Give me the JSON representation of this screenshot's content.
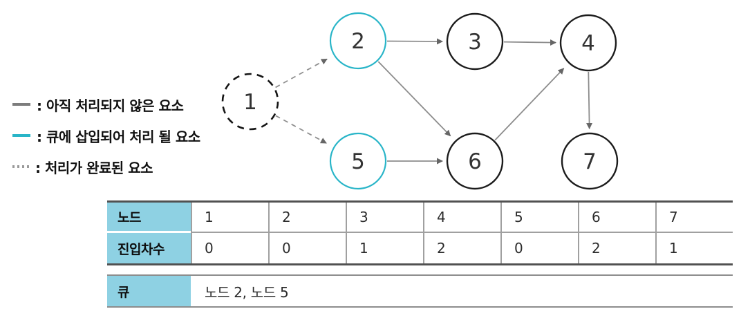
{
  "colors": {
    "accent-cyan": "#29b5c8",
    "header-blue": "#8ed1e3",
    "edge-gray": "#8c8c8c",
    "node-black": "#1c1c1c",
    "border-dark": "#515151",
    "border-gray": "#a0a0a0"
  },
  "legend": {
    "items": [
      {
        "style": "solid-gray",
        "label": ": 아직 처리되지 않은 요소"
      },
      {
        "style": "solid-cyan",
        "label": ": 큐에 삽입되어 처리 될 요소"
      },
      {
        "style": "dotted-gray",
        "label": ": 처리가 완료된 요소"
      }
    ]
  },
  "graph": {
    "nodes": [
      {
        "id": 1,
        "label": "1",
        "state": "done"
      },
      {
        "id": 2,
        "label": "2",
        "state": "queued"
      },
      {
        "id": 3,
        "label": "3",
        "state": "unprocessed"
      },
      {
        "id": 4,
        "label": "4",
        "state": "unprocessed"
      },
      {
        "id": 5,
        "label": "5",
        "state": "queued"
      },
      {
        "id": 6,
        "label": "6",
        "state": "unprocessed"
      },
      {
        "id": 7,
        "label": "7",
        "state": "unprocessed"
      }
    ],
    "edges": [
      {
        "from": 1,
        "to": 2,
        "style": "dashed"
      },
      {
        "from": 1,
        "to": 5,
        "style": "dashed"
      },
      {
        "from": 2,
        "to": 3,
        "style": "solid"
      },
      {
        "from": 2,
        "to": 6,
        "style": "solid"
      },
      {
        "from": 3,
        "to": 4,
        "style": "solid"
      },
      {
        "from": 5,
        "to": 6,
        "style": "solid"
      },
      {
        "from": 6,
        "to": 4,
        "style": "solid"
      },
      {
        "from": 4,
        "to": 7,
        "style": "solid"
      }
    ]
  },
  "indegree_table": {
    "row1_header": "노드",
    "row2_header": "진입차수",
    "nodes": [
      "1",
      "2",
      "3",
      "4",
      "5",
      "6",
      "7"
    ],
    "indegrees": [
      "0",
      "0",
      "1",
      "2",
      "0",
      "2",
      "1"
    ]
  },
  "queue_table": {
    "header": "큐",
    "value": "노드 2, 노드 5"
  }
}
